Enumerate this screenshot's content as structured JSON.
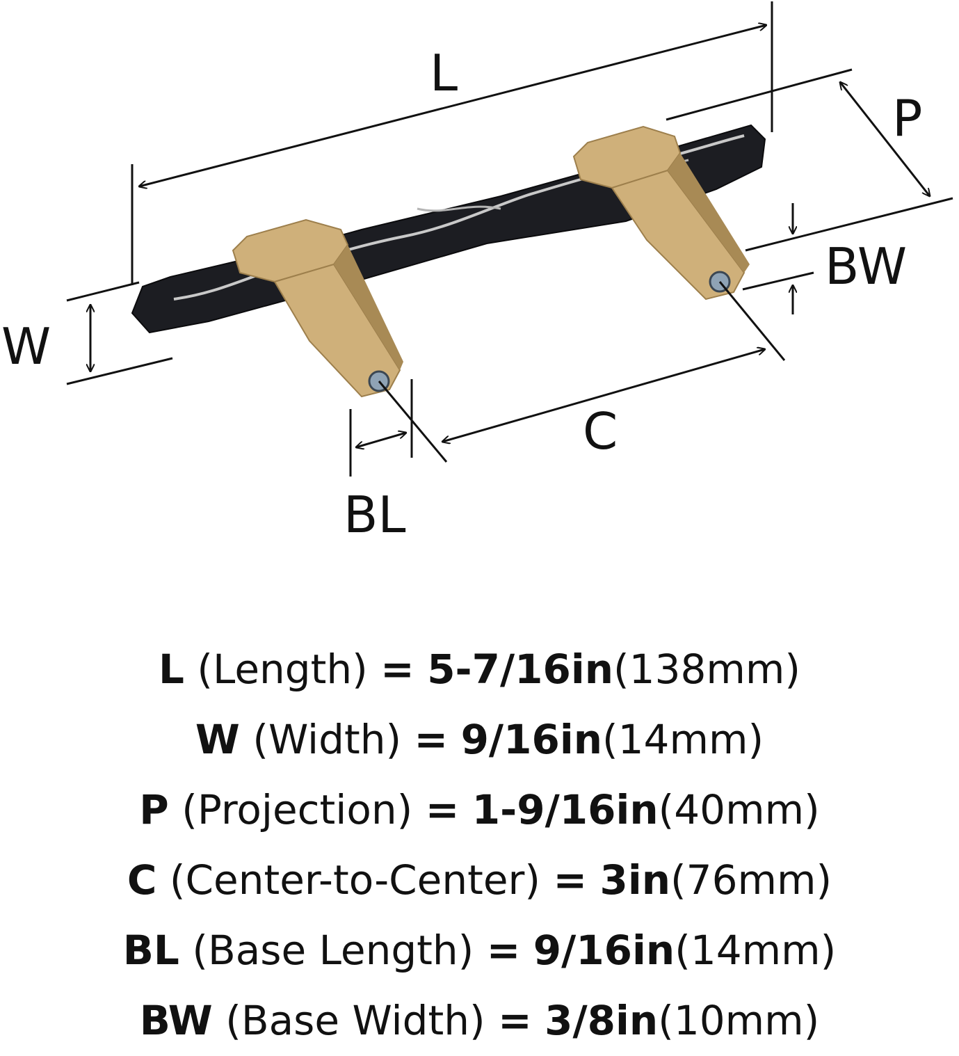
{
  "labels": {
    "L": "L",
    "P": "P",
    "BW": "BW",
    "W": "W",
    "C": "C",
    "BL": "BL"
  },
  "colors": {
    "ink": "#111111",
    "marble_dark": "#1c1d22",
    "marble_vein": "#c9c9c9",
    "brass": "#cfb07a",
    "brass_dark": "#a88a55",
    "steel": "#8fa3b5"
  },
  "specs": [
    {
      "key": "L",
      "name": "(Length)",
      "imperial": "5-7/16in",
      "metric": "(138mm)"
    },
    {
      "key": "W",
      "name": "(Width)",
      "imperial": "9/16in",
      "metric": "(14mm)"
    },
    {
      "key": "P",
      "name": "(Projection)",
      "imperial": "1-9/16in",
      "metric": "(40mm)"
    },
    {
      "key": "C",
      "name": "(Center-to-Center)",
      "imperial": "3in",
      "metric": "(76mm)"
    },
    {
      "key": "BL",
      "name": "(Base Length)",
      "imperial": "9/16in",
      "metric": "(14mm)"
    },
    {
      "key": "BW",
      "name": "(Base Width)",
      "imperial": "3/8in",
      "metric": "(10mm)"
    }
  ]
}
